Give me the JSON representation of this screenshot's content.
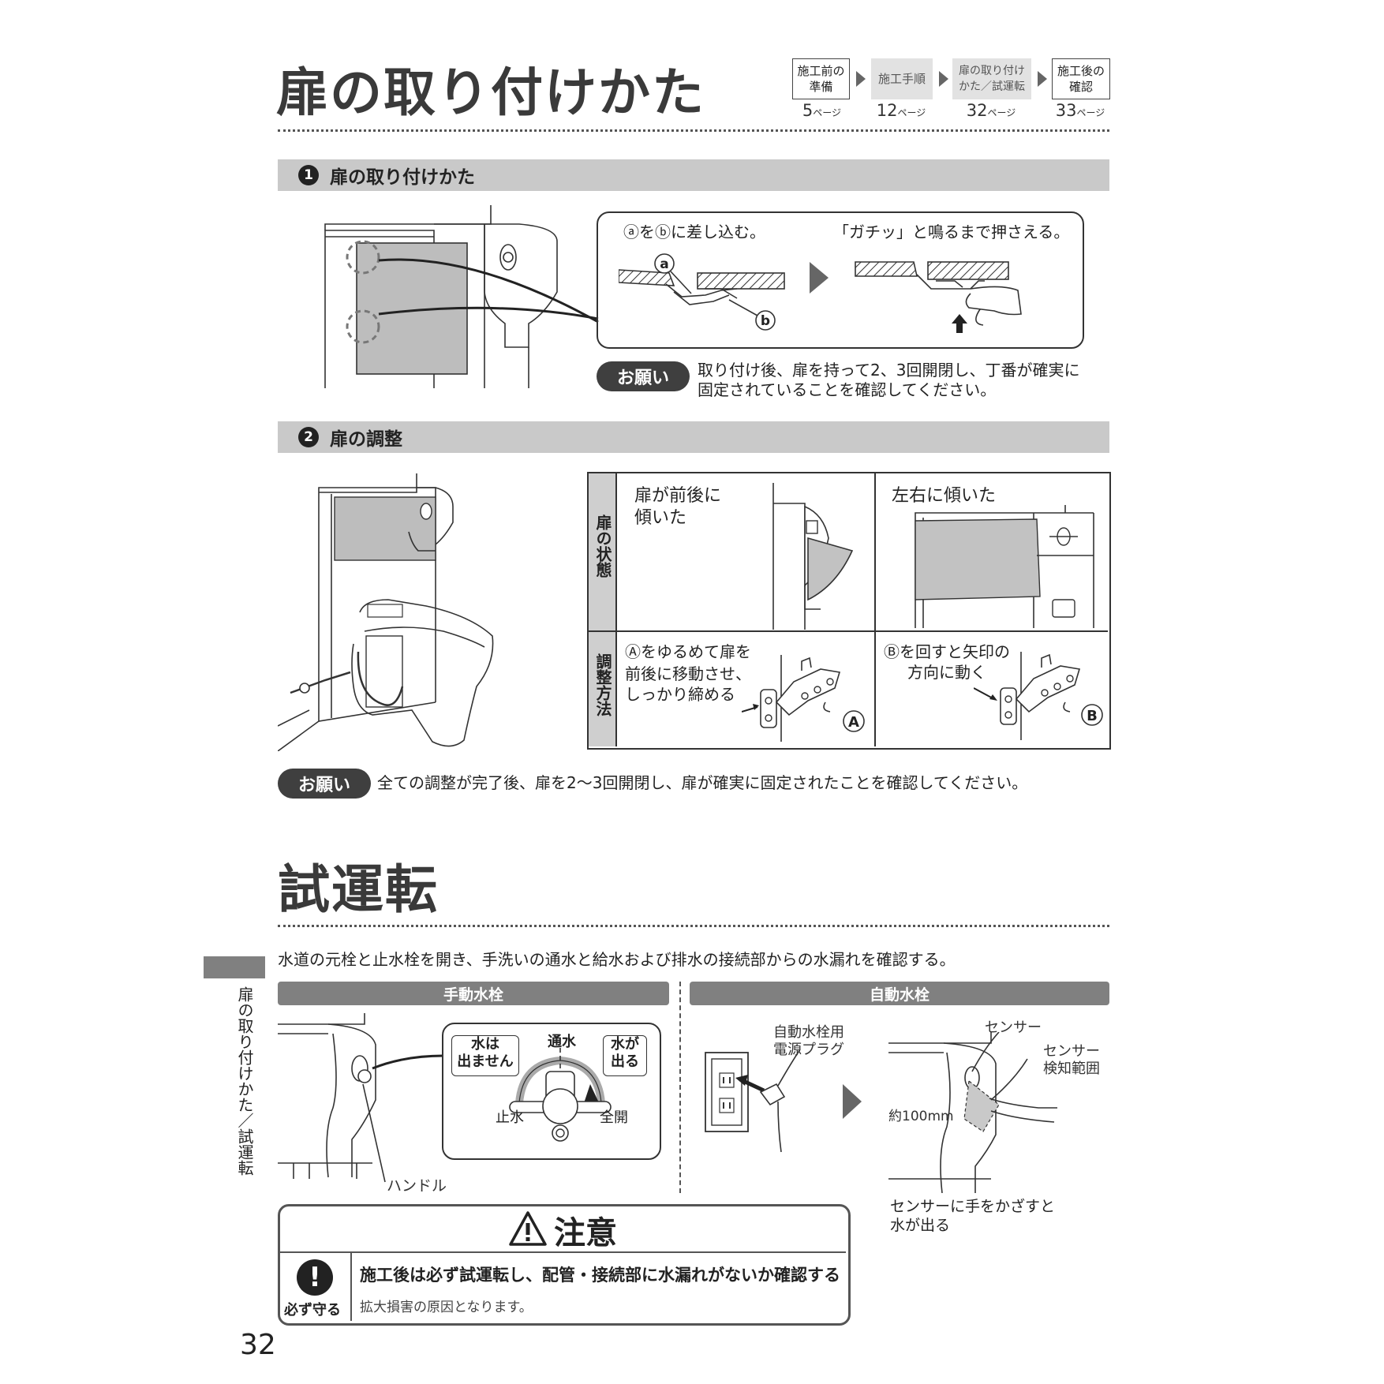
{
  "header": {
    "title": "扉の取り付けかた",
    "steps": [
      {
        "label": "施工前の準備",
        "page": "5",
        "page_unit": "ページ"
      },
      {
        "label": "施工手順",
        "page": "12",
        "page_unit": "ページ"
      },
      {
        "label": "扉の取り付けかた／試運転",
        "page": "32",
        "page_unit": "ページ"
      },
      {
        "label": "施工後の確認",
        "page": "33",
        "page_unit": "ページ"
      }
    ]
  },
  "section1": {
    "number": "1",
    "title": "扉の取り付けかた",
    "step_a_text": "ⓐをⓑに差し込む。",
    "step_b_text": "「ガチッ」と鳴るまで押さえる。",
    "label_a": "a",
    "label_b": "b",
    "note_label": "お願い",
    "note_text_1": "取り付け後、扉を持って2、3回開閉し、丁番が確実に",
    "note_text_2": "固定されていることを確認してください。"
  },
  "section2": {
    "number": "2",
    "title": "扉の調整",
    "row_state_header": "扉の状態",
    "row_method_header": "調整方法",
    "state_left_1": "扉が前後に",
    "state_left_2": "傾いた",
    "state_right": "左右に傾いた",
    "method_left_1": "Ⓐをゆるめて扉を",
    "method_left_2": "前後に移動させ、",
    "method_left_3": "しっかり締める",
    "method_right_1": "Ⓑを回すと矢印の",
    "method_right_2": "方向に動く",
    "label_A": "A",
    "label_B": "B",
    "note_label": "お願い",
    "note_text": "全ての調整が完了後、扉を2～3回開閉し、扉が確実に固定されたことを確認してください。"
  },
  "trial": {
    "title": "試運転",
    "intro": "水道の元栓と止水栓を開き、手洗いの通水と給水および排水の接続部からの水漏れを確認する。",
    "manual_header": "手動水栓",
    "auto_header": "自動水栓",
    "manual_labels": {
      "no_water_1": "水は",
      "no_water_2": "出ません",
      "flow": "通水",
      "water_out_1": "水が",
      "water_out_2": "出る",
      "stop": "止水",
      "full_open": "全開",
      "handle": "ハンドル"
    },
    "auto_labels": {
      "plug_1": "自動水栓用",
      "plug_2": "電源プラグ",
      "sensor": "センサー",
      "range_1": "センサー",
      "range_2": "検知範囲",
      "distance": "約100mm",
      "caption_1": "センサーに手をかざすと",
      "caption_2": "水が出る"
    }
  },
  "caution": {
    "title": "注意",
    "must_label": "必ず守る",
    "main_text": "施工後は必ず試運転し、配管・接続部に水漏れがないか確認する",
    "sub_text": "拡大損害の原因となります。"
  },
  "side_tab": {
    "text": "扉の取り付けかた／試運転"
  },
  "page_number": "32"
}
